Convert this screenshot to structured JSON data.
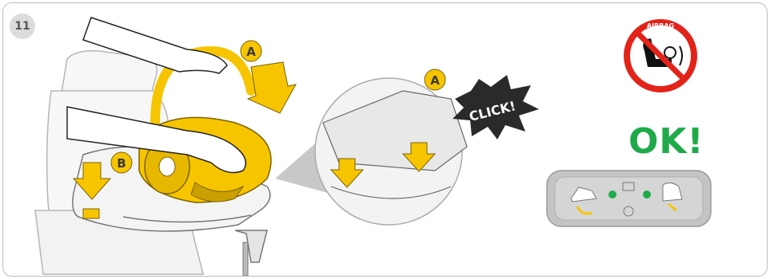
{
  "step_number": "11",
  "callouts": {
    "a_main": "A",
    "b_main": "B",
    "a_zoom": "A"
  },
  "click_label": "CLICK!",
  "ok_label": "OK!",
  "airbag_label": "AIRBAG",
  "colors": {
    "yellow": "#f6c500",
    "green_indicator": "#1faa4a",
    "warning_red": "#e2231a",
    "callout_dark": "#3a3a3a",
    "panel_gray": "#bfbfbf"
  },
  "icons": [
    "hands-icon",
    "baby-carrier-icon",
    "airbag-warning-icon",
    "indicator-panel-icon",
    "click-burst-icon"
  ]
}
